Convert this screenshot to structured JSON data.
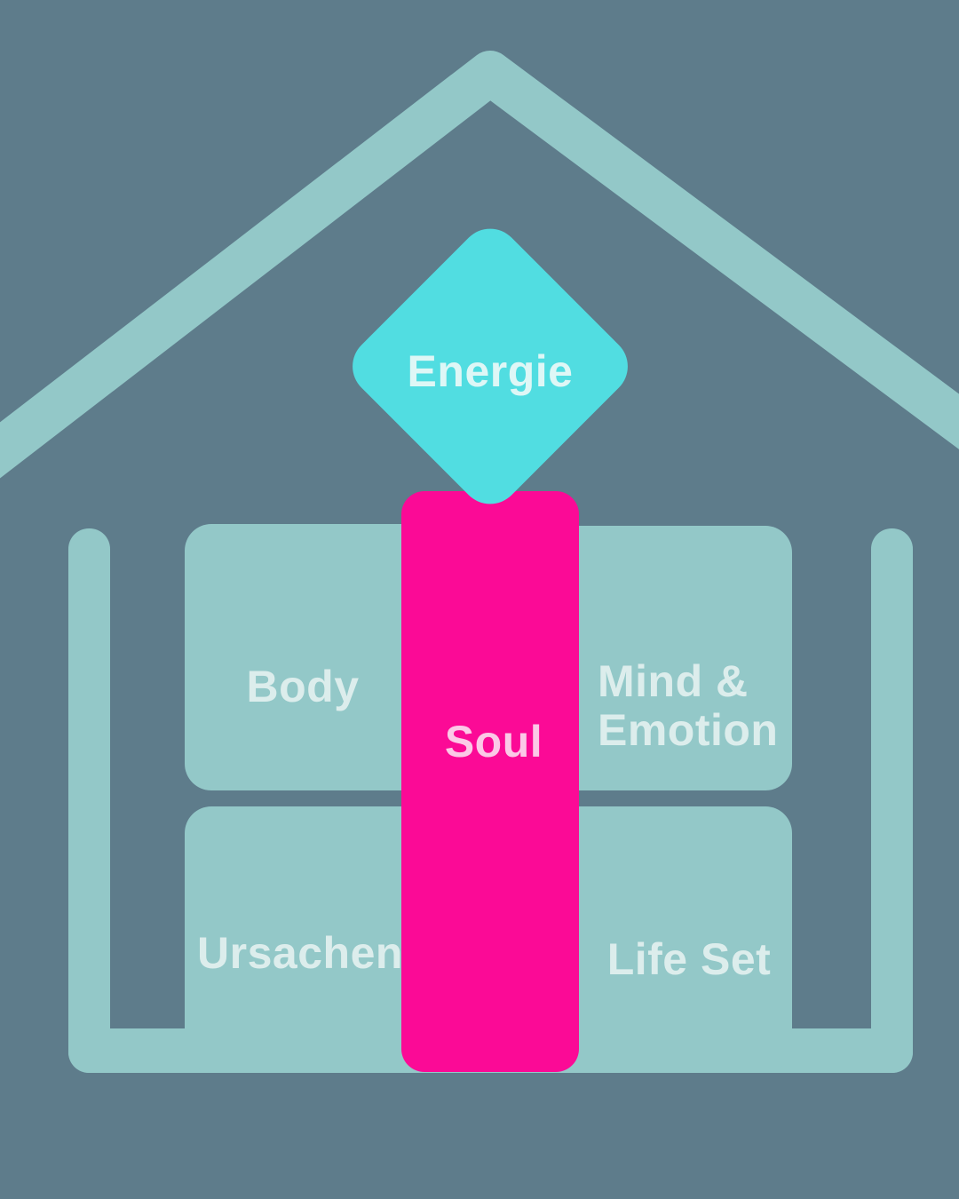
{
  "palette": {
    "background": "#5e7c8b",
    "house_outline": "#93c8c8",
    "room_block": "#93c8c8",
    "energy_diamond": "#51dde1",
    "soul_bar": "#fb0a96",
    "room_label_text": "#dcedec",
    "energy_label_text": "#def7f6",
    "soul_label_text": "#fbc9e7"
  },
  "diagram": {
    "energy": {
      "label": "Energie"
    },
    "soul": {
      "label": "Soul"
    },
    "rooms": [
      {
        "id": "body",
        "label": "Body"
      },
      {
        "id": "mind-emotion",
        "label_line1": "Mind &",
        "label_line2": "Emotion"
      },
      {
        "id": "ursachen",
        "label": "Ursachen"
      },
      {
        "id": "life-set",
        "label": "Life Set"
      }
    ]
  }
}
